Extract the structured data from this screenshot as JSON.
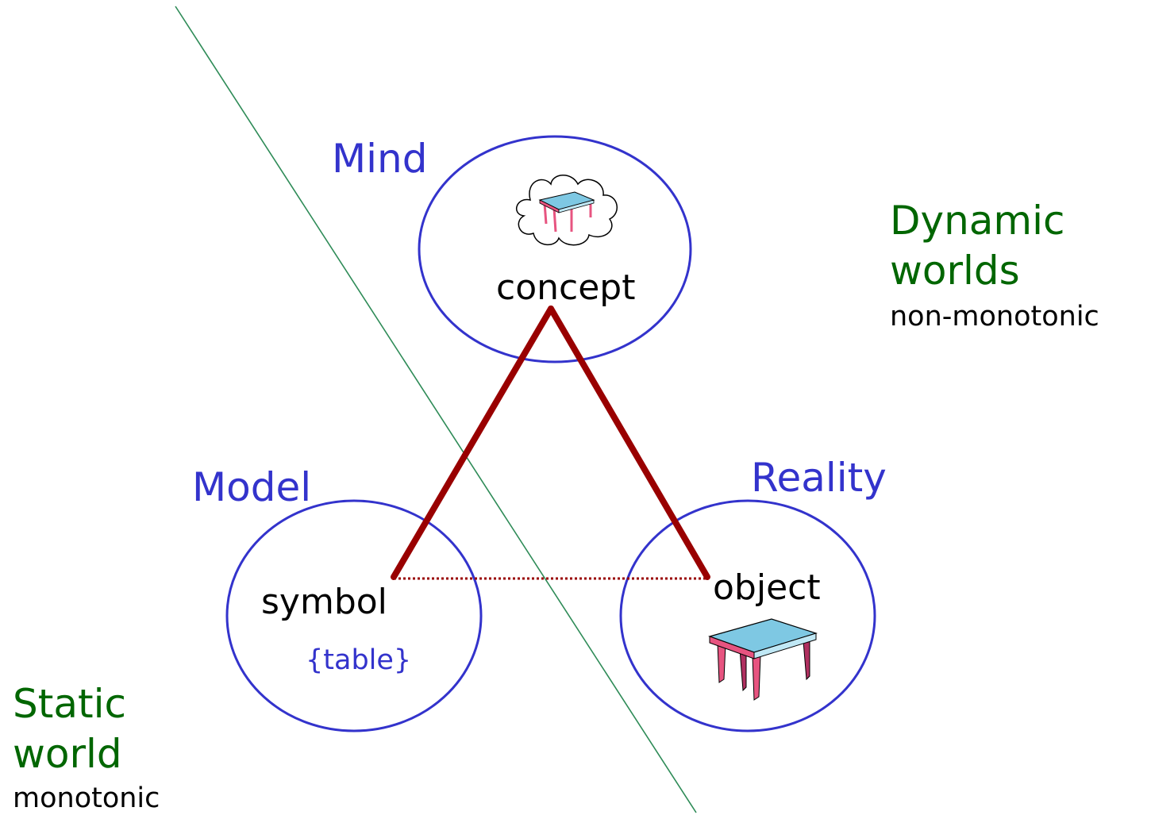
{
  "colors": {
    "circle": "#3333cc",
    "triangle": "#990000",
    "divider": "#2e8b57",
    "label_blue": "#3333cc",
    "label_green": "#006600",
    "table_top": "#7ec8e3",
    "table_edge": "#e75480"
  },
  "labels": {
    "mind": "Mind",
    "model": "Model",
    "reality": "Reality",
    "concept": "concept",
    "symbol": "symbol",
    "symbol_example": "{table}",
    "object": "object"
  },
  "static_side": {
    "line1": "Static",
    "line2": "world",
    "note": "monotonic"
  },
  "dynamic_side": {
    "line1": "Dynamic",
    "line2": "worlds",
    "note": "non-monotonic"
  },
  "icons": {
    "concept": "thought-cloud-table-icon",
    "object": "table-icon"
  }
}
